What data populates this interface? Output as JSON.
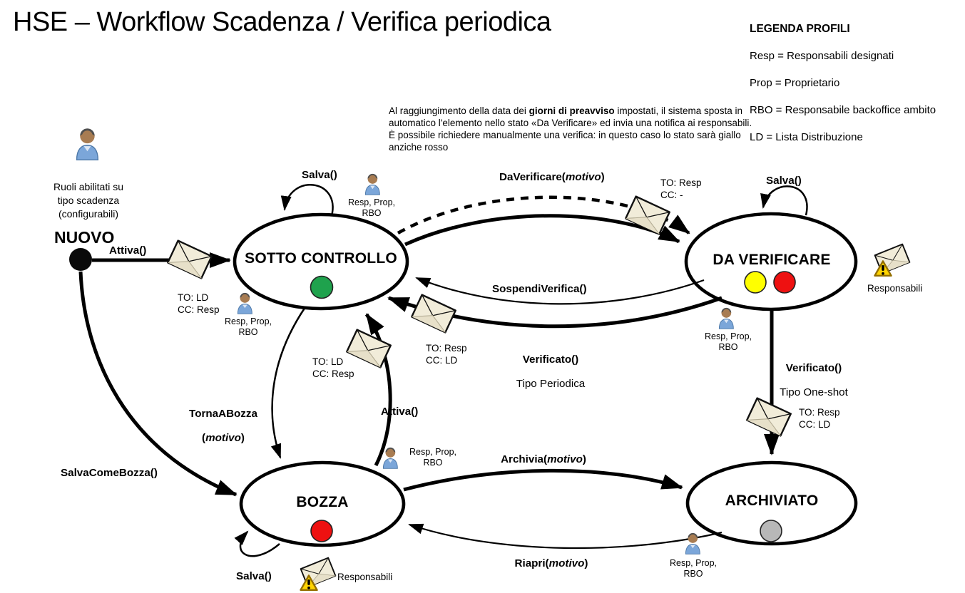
{
  "title": "HSE – Workflow Scadenza / Verifica periodica",
  "legend": {
    "title": "LEGENDA PROFILI",
    "items": [
      "Resp = Responsabili designati",
      "Prop = Proprietario",
      "RBO = Responsabile backoffice ambito",
      "LD = Lista Distribuzione"
    ]
  },
  "note": {
    "pre": "Al raggiungimento della data dei ",
    "bold": "giorni di preavviso",
    "post": " impostati, il sistema sposta in\nautomatico l'elemento nello stato «Da Verificare» ed invia una notifica ai responsabili.\nÈ possibile richiedere manualmente una verifica: in questo caso lo stato sarà giallo\nanziche rosso"
  },
  "start": {
    "label": "NUOVO",
    "roles_note": "Ruoli abilitati su\ntipo scadenza\n(configurabili)"
  },
  "states": {
    "sotto_controllo": {
      "label": "SOTTO CONTROLLO",
      "status_colors": [
        "#1fa24d"
      ]
    },
    "da_verificare": {
      "label": "DA VERIFICARE",
      "status_colors": [
        "#ffff00",
        "#ee1111"
      ]
    },
    "bozza": {
      "label": "BOZZA",
      "status_colors": [
        "#ee1111"
      ]
    },
    "archiviato": {
      "label": "ARCHIVIATO",
      "status_colors": [
        "#b8b8b8"
      ]
    }
  },
  "transitions": {
    "attiva_iniziale": {
      "label": "Attiva()",
      "notify": "TO: LD\nCC: Resp"
    },
    "salva_sotto_controllo": {
      "label": "Salva()"
    },
    "salva_da_verificare": {
      "label": "Salva()"
    },
    "salva_bozza": {
      "label": "Salva()"
    },
    "da_verificare": {
      "label_pre": "DaVerificare(",
      "label_arg": "motivo",
      "label_post": ")",
      "notify": "TO: Resp\nCC: -"
    },
    "sospendi_verifica": {
      "label": "SospendiVerifica()"
    },
    "verificato_periodica": {
      "label": "Verificato()",
      "sublabel": "Tipo Periodica",
      "notify": "TO: Resp\nCC: LD"
    },
    "verificato_oneshot": {
      "label": "Verificato()",
      "sublabel": "Tipo One-shot",
      "notify": "TO: Resp\nCC: LD"
    },
    "torna_a_bozza": {
      "label_line1": "TornaABozza",
      "label_pre": "(",
      "label_arg": "motivo",
      "label_post": ")"
    },
    "attiva_bozza": {
      "label": "Attiva()",
      "notify": "TO: LD\nCC: Resp"
    },
    "salva_come_bozza": {
      "label": "SalvaComeBozza()"
    },
    "archivia": {
      "label_pre": "Archivia(",
      "label_arg": "motivo",
      "label_post": ")"
    },
    "riapri": {
      "label_pre": "Riapri(",
      "label_arg": "motivo",
      "label_post": ")"
    }
  },
  "annotations": {
    "roles_sc_top": "Resp, Prop,\nRBO",
    "roles_sc_left": "Resp, Prop,\nRBO",
    "roles_dv": "Resp, Prop,\nRBO",
    "roles_bozza": "Resp, Prop,\nRBO",
    "roles_archiviato": "Resp, Prop,\nRBO",
    "responsabili_dv": "Responsabili",
    "responsabili_bozza": "Responsabili"
  },
  "icons": {
    "person": "person-icon",
    "mail": "mail-envelope-icon",
    "warning": "warning-triangle-icon",
    "start": "initial-state-dot"
  },
  "colors": {
    "status_green": "#1fa24d",
    "status_yellow": "#ffff00",
    "status_red": "#ee1111",
    "status_gray": "#b8b8b8",
    "envelope_fill": "#f1ecd9",
    "warning_yellow": "#ffd400",
    "line": "#000000"
  }
}
